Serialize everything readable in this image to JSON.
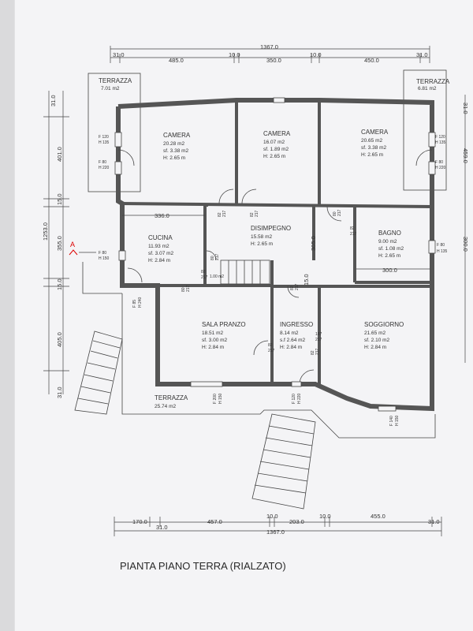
{
  "title": "PIANTA PIANO TERRA (RIALZATO)",
  "section_marker": "A",
  "rooms": [
    {
      "name": "TERRAZZA",
      "lines": [
        "7.01 m2"
      ]
    },
    {
      "name": "TERRAZZA",
      "lines": [
        "6.81 m2"
      ]
    },
    {
      "name": "CAMERA",
      "lines": [
        "20.28 m2",
        "sf. 3.38 m2",
        "H: 2.65 m"
      ]
    },
    {
      "name": "CAMERA",
      "lines": [
        "16.07 m2",
        "sf. 1.89 m2",
        "H: 2.65 m"
      ]
    },
    {
      "name": "CAMERA",
      "lines": [
        "20.65 m2",
        "sf. 3.38 m2",
        "H: 2.65 m"
      ]
    },
    {
      "name": "CUCINA",
      "lines": [
        "11.93 m2",
        "sf. 3.07 m2",
        "H: 2.84 m"
      ]
    },
    {
      "name": "DISIMPEGNO",
      "lines": [
        "15.58 m2",
        "H: 2.65 m"
      ]
    },
    {
      "name": "BAGNO",
      "lines": [
        "9.00 m2",
        "sf. 1.08 m2",
        "H: 2.65 m"
      ]
    },
    {
      "name": "SALA PRANZO",
      "lines": [
        "18.51 m2",
        "sf. 3.00 m2",
        "H: 2.84 m"
      ]
    },
    {
      "name": "INGRESSO",
      "lines": [
        "8.14 m2",
        "s.f 2.64 m2",
        "H: 2.84 m"
      ]
    },
    {
      "name": "SOGGIORNO",
      "lines": [
        "21.65 m2",
        "sf. 2.10 m2",
        "H: 2.84 m"
      ]
    },
    {
      "name": "TERRAZZA",
      "lines": [
        "25.74 m2"
      ]
    }
  ],
  "top_dims": {
    "total": "1367.0",
    "parts": [
      "31.0",
      "485.0",
      "10.0",
      "350.0",
      "10.0",
      "450.0",
      "31.0"
    ]
  },
  "bottom_dims": {
    "total": "1367.0",
    "parts": [
      "170.0",
      "31.0",
      "457.0",
      "10.0",
      "203.0",
      "10.0",
      "455.0",
      "31.0"
    ]
  },
  "left_dims": {
    "total": "1253.0",
    "parts": [
      "31.0",
      "401.0",
      "15.0",
      "355.0",
      "15.0",
      "405.0",
      "31.0"
    ]
  },
  "right_dims": [
    "31.0",
    "459.0",
    "300.0"
  ],
  "interior_dims": [
    "336.0",
    "305.0",
    "15.0",
    "300.0"
  ],
  "window_tags": [
    "F 120",
    "H 135",
    "F 80",
    "H 220",
    "F 80",
    "H 150",
    "F 85",
    "H 240",
    "F 120",
    "H 135",
    "F 80",
    "H 220",
    "F 80",
    "H 135",
    "F 200",
    "H 150",
    "F 120",
    "H 220",
    "F 140",
    "H 150"
  ],
  "door_tags": [
    "82",
    "217",
    "82",
    "217",
    "80",
    "217",
    "82",
    "217",
    "80",
    "217",
    "82",
    "217",
    "80",
    "217",
    "82",
    "217",
    "187",
    "217",
    "82",
    "217",
    "82",
    "217"
  ],
  "stair_note": "1.00 m2"
}
